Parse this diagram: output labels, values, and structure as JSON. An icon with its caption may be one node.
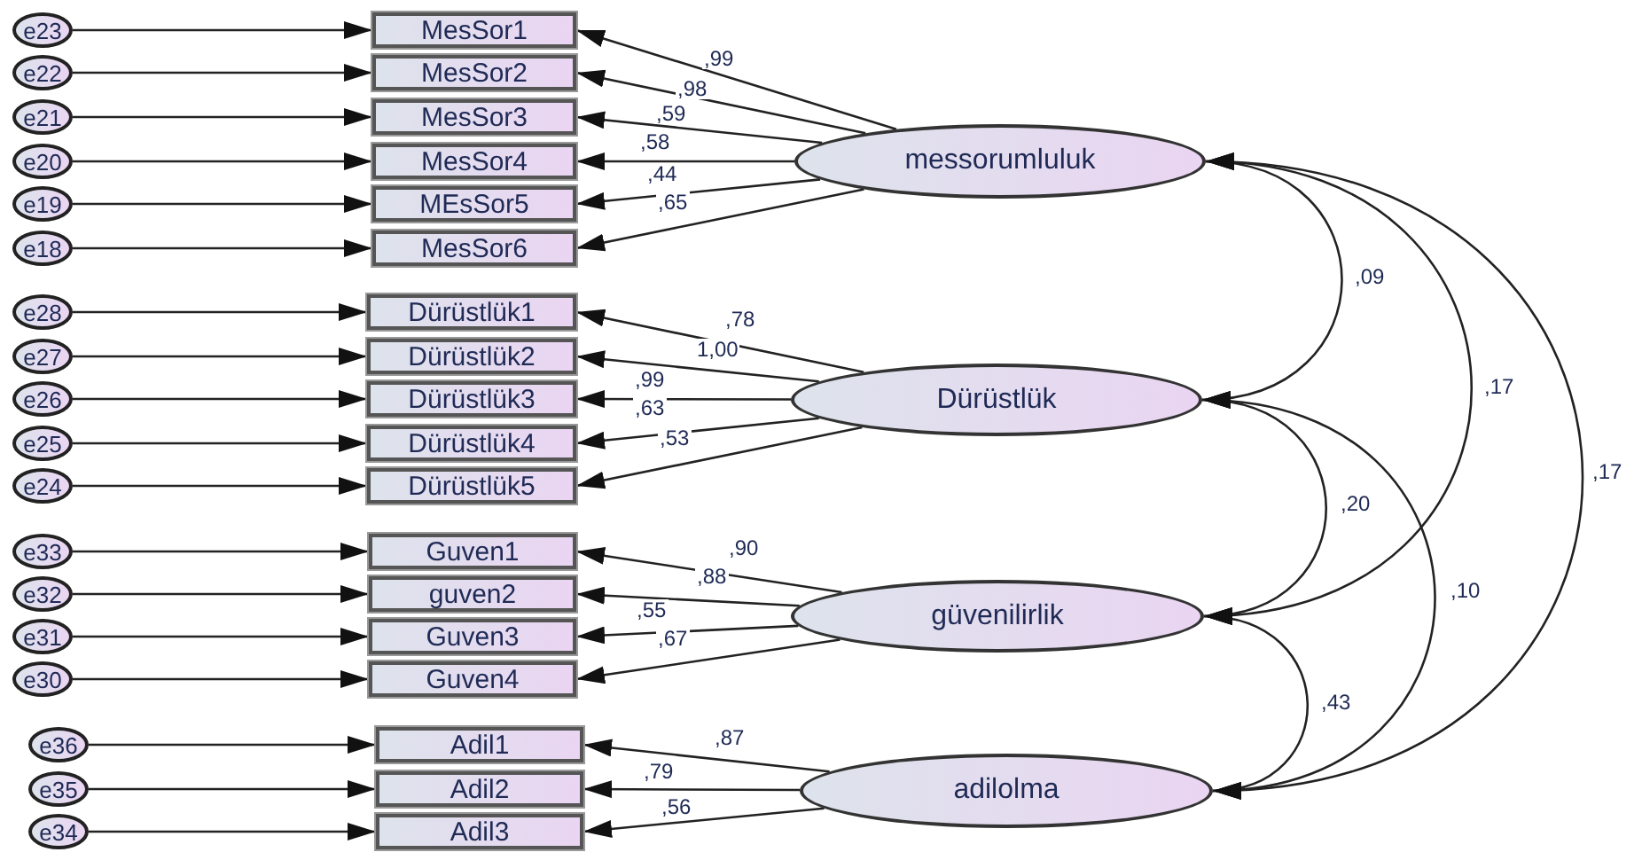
{
  "diagram": {
    "nodes": [
      {
        "text": [
          "e23"
        ]
      },
      {
        "text": [
          "e22"
        ]
      },
      {
        "text": [
          "e21"
        ]
      },
      {
        "text": [
          "e20"
        ]
      },
      {
        "text": [
          "e19"
        ]
      },
      {
        "text": [
          "e18"
        ]
      },
      {
        "text": [
          "e28"
        ]
      },
      {
        "text": [
          "e27"
        ]
      },
      {
        "text": [
          "e26"
        ]
      },
      {
        "text": [
          "e25"
        ]
      },
      {
        "text": [
          "e24"
        ]
      },
      {
        "text": [
          "e33"
        ]
      },
      {
        "text": [
          "e32"
        ]
      },
      {
        "text": [
          "e31"
        ]
      },
      {
        "text": [
          "e30"
        ]
      },
      {
        "text": [
          "e36"
        ]
      },
      {
        "text": [
          "e35"
        ]
      },
      {
        "text": [
          "e34"
        ]
      },
      {
        "text": [
          "MesSor1"
        ]
      },
      {
        "text": [
          "MesSor2"
        ]
      },
      {
        "text": [
          "MesSor3"
        ]
      },
      {
        "text": [
          "MesSor4"
        ]
      },
      {
        "text": [
          "MEsSor5"
        ]
      },
      {
        "text": [
          "MesSor6"
        ]
      },
      {
        "text": [
          "Dürüstlük1"
        ]
      },
      {
        "text": [
          "Dürüstlük2"
        ]
      },
      {
        "text": [
          "Dürüstlük3"
        ]
      },
      {
        "text": [
          "Dürüstlük4"
        ]
      },
      {
        "text": [
          "Dürüstlük5"
        ]
      },
      {
        "text": [
          "Guven1"
        ]
      },
      {
        "text": [
          "guven2"
        ]
      },
      {
        "text": [
          "Guven3"
        ]
      },
      {
        "text": [
          "Guven4"
        ]
      },
      {
        "text": [
          "Adil1"
        ]
      },
      {
        "text": [
          "Adil2"
        ]
      },
      {
        "text": [
          "Adil3"
        ]
      },
      {
        "text": [
          "messorumluluk"
        ]
      },
      {
        "text": [
          "Dürüstlük"
        ]
      },
      {
        "text": [
          "güvenilirlik"
        ]
      },
      {
        "text": [
          "adilolma"
        ]
      }
    ],
    "edges": [
      {
        "from": 0,
        "to": 18,
        "arrow": "to"
      },
      {
        "from": 1,
        "to": 19,
        "arrow": "to"
      },
      {
        "from": 2,
        "to": 20,
        "arrow": "to"
      },
      {
        "from": 3,
        "to": 21,
        "arrow": "to"
      },
      {
        "from": 4,
        "to": 22,
        "arrow": "to"
      },
      {
        "from": 5,
        "to": 23,
        "arrow": "to"
      },
      {
        "from": 6,
        "to": 24,
        "arrow": "to"
      },
      {
        "from": 7,
        "to": 25,
        "arrow": "to"
      },
      {
        "from": 8,
        "to": 26,
        "arrow": "to"
      },
      {
        "from": 9,
        "to": 27,
        "arrow": "to"
      },
      {
        "from": 10,
        "to": 28,
        "arrow": "to"
      },
      {
        "from": 11,
        "to": 29,
        "arrow": "to"
      },
      {
        "from": 12,
        "to": 30,
        "arrow": "to"
      },
      {
        "from": 13,
        "to": 31,
        "arrow": "to"
      },
      {
        "from": 14,
        "to": 32,
        "arrow": "to"
      },
      {
        "from": 15,
        "to": 33,
        "arrow": "to"
      },
      {
        "from": 16,
        "to": 34,
        "arrow": "to"
      },
      {
        "from": 17,
        "to": 35,
        "arrow": "to"
      },
      {
        "from": 36,
        "to": 18,
        "arrow": "to",
        "label": ",99"
      },
      {
        "from": 36,
        "to": 19,
        "arrow": "to",
        "label": ",98"
      },
      {
        "from": 36,
        "to": 20,
        "arrow": "to",
        "label": ",59"
      },
      {
        "from": 36,
        "to": 21,
        "arrow": "to",
        "label": ",58"
      },
      {
        "from": 36,
        "to": 22,
        "arrow": "to",
        "label": ",44"
      },
      {
        "from": 36,
        "to": 23,
        "arrow": "to",
        "label": ",65"
      },
      {
        "from": 37,
        "to": 24,
        "arrow": "to",
        "label": ",78"
      },
      {
        "from": 37,
        "to": 25,
        "arrow": "to",
        "label": "1,00"
      },
      {
        "from": 37,
        "to": 26,
        "arrow": "to",
        "label": ",99"
      },
      {
        "from": 37,
        "to": 27,
        "arrow": "to",
        "label": ",63"
      },
      {
        "from": 37,
        "to": 28,
        "arrow": "to",
        "label": ",53"
      },
      {
        "from": 38,
        "to": 29,
        "arrow": "to",
        "label": ",90"
      },
      {
        "from": 38,
        "to": 30,
        "arrow": "to",
        "label": ",88"
      },
      {
        "from": 38,
        "to": 31,
        "arrow": "to",
        "label": ",55"
      },
      {
        "from": 38,
        "to": 32,
        "arrow": "to",
        "label": ",67"
      },
      {
        "from": 39,
        "to": 33,
        "arrow": "to",
        "label": ",87"
      },
      {
        "from": 39,
        "to": 34,
        "arrow": "to",
        "label": ",79"
      },
      {
        "from": 39,
        "to": 35,
        "arrow": "to",
        "label": ",56"
      },
      {
        "from": 36,
        "to": 37,
        "arrow": "both",
        "label": ",09"
      },
      {
        "from": 36,
        "to": 38,
        "arrow": "both",
        "label": ",17"
      },
      {
        "from": 36,
        "to": 39,
        "arrow": "both",
        "label": ",17"
      },
      {
        "from": 37,
        "to": 38,
        "arrow": "both",
        "label": ",20"
      },
      {
        "from": 37,
        "to": 39,
        "arrow": "both",
        "label": ",10"
      },
      {
        "from": 38,
        "to": 39,
        "arrow": "both",
        "label": ",43"
      }
    ]
  }
}
